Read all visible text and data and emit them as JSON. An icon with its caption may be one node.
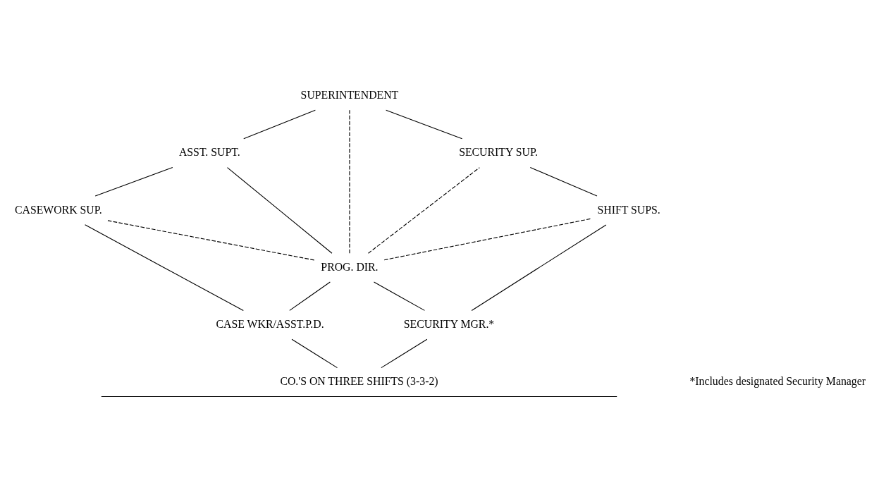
{
  "diagram": {
    "nodes": [
      {
        "text": [
          "SUPERINTENDENT"
        ]
      },
      {
        "text": [
          "ASST. SUPT."
        ]
      },
      {
        "text": [
          "SECURITY SUP."
        ]
      },
      {
        "text": [
          "CASEWORK SUP."
        ]
      },
      {
        "text": [
          "SHIFT SUPS."
        ]
      },
      {
        "text": [
          "PROG. DIR."
        ]
      },
      {
        "text": [
          "CASE WKR/ASST.P.D."
        ]
      },
      {
        "text": [
          "SECURITY MGR.*"
        ]
      },
      {
        "text": [
          "CO.'S ON THREE SHIFTS (3-3-2)"
        ]
      }
    ],
    "edges": [
      {
        "from": 0,
        "to": 1,
        "arrow": "none"
      },
      {
        "from": 0,
        "to": 2,
        "arrow": "none"
      },
      {
        "from": 2,
        "to": 4,
        "arrow": "none"
      },
      {
        "from": 4,
        "to": 7,
        "arrow": "none"
      },
      {
        "from": 1,
        "to": 3,
        "arrow": "none"
      },
      {
        "from": 1,
        "to": 5,
        "arrow": "none"
      },
      {
        "from": 3,
        "to": 6,
        "arrow": "none"
      },
      {
        "from": 3,
        "to": 5,
        "arrow": "none",
        "style": "dashed"
      },
      {
        "from": 5,
        "to": 0,
        "arrow": "none",
        "style": "dashed"
      },
      {
        "from": 5,
        "to": 2,
        "arrow": "none",
        "style": "dashed"
      },
      {
        "from": 5,
        "to": 4,
        "arrow": "none",
        "style": "dashed"
      },
      {
        "from": 5,
        "to": 6,
        "arrow": "none"
      },
      {
        "from": 5,
        "to": 7,
        "arrow": "none"
      },
      {
        "from": 6,
        "to": 8,
        "arrow": "none"
      },
      {
        "from": 7,
        "to": 8,
        "arrow": "none"
      }
    ],
    "labels": [
      "*Includes designated Security Manager"
    ]
  }
}
